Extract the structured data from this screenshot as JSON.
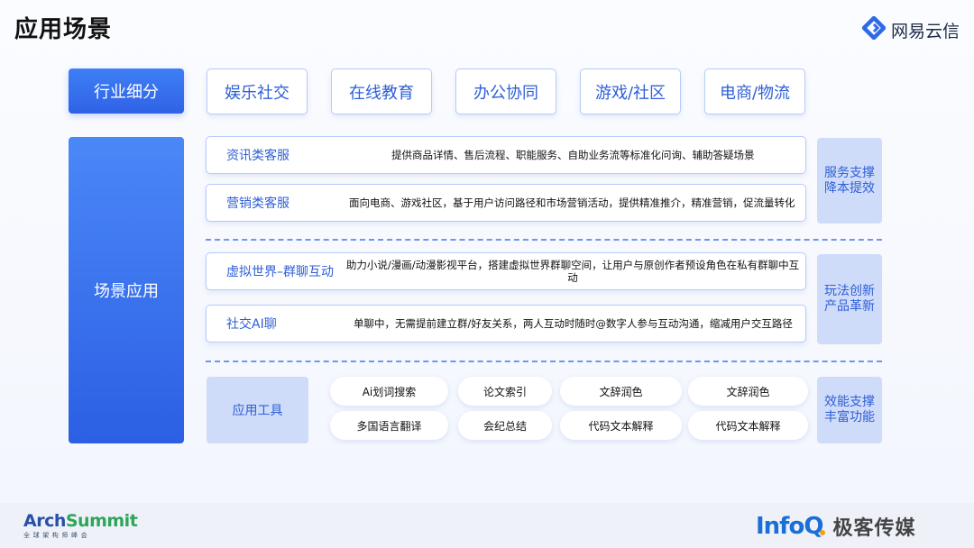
{
  "slide": {
    "title": "应用场景",
    "brand": {
      "text": "网易云信",
      "icon": "netease-yunxin-logo-icon"
    }
  },
  "industry": {
    "label": "行业细分",
    "tabs": [
      "娱乐社交",
      "在线教育",
      "办公协同",
      "游戏/社区",
      "电商/物流"
    ]
  },
  "scenario_label": "场景应用",
  "groups": [
    {
      "rows": [
        {
          "label": "资讯类客服",
          "desc": "提供商品详情、售后流程、职能服务、自助业务流等标准化问询、辅助答疑场景"
        },
        {
          "label": "营销类客服",
          "desc": "面向电商、游戏社区，基于用户访问路径和市场营销活动，提供精准推介，精准营销，促流量转化"
        }
      ],
      "side": "服务支撑 降本提效"
    },
    {
      "rows": [
        {
          "label": "虚拟世界–群聊互动",
          "desc": "助力小说/漫画/动漫影视平台，搭建虚拟世界群聊空间，让用户与原创作者预设角色在私有群聊中互动"
        },
        {
          "label": "社交AI聊",
          "desc": "单聊中，无需提前建立群/好友关系，两人互动时随时@数字人参与互动沟通，缩减用户交互路径"
        }
      ],
      "side": "玩法创新 产品革新"
    }
  ],
  "tools": {
    "label": "应用工具",
    "items": [
      "Ai划词搜索",
      "论文索引",
      "文辞润色",
      "文辞润色",
      "多国语言翻译",
      "会纪总结",
      "代码文本解释",
      "代码文本解释"
    ],
    "side": "效能支撑 丰富功能"
  },
  "footer": {
    "arch_prefix": "Arch",
    "arch_suffix": "Summit",
    "arch_sub": "全球架构师峰会",
    "infoq": "InfoQ",
    "infoq_cn": "极客传媒"
  },
  "colors": {
    "primary": "#2f62e6",
    "light_box": "#cfdcf9",
    "accent_text": "#2f5fd6"
  }
}
